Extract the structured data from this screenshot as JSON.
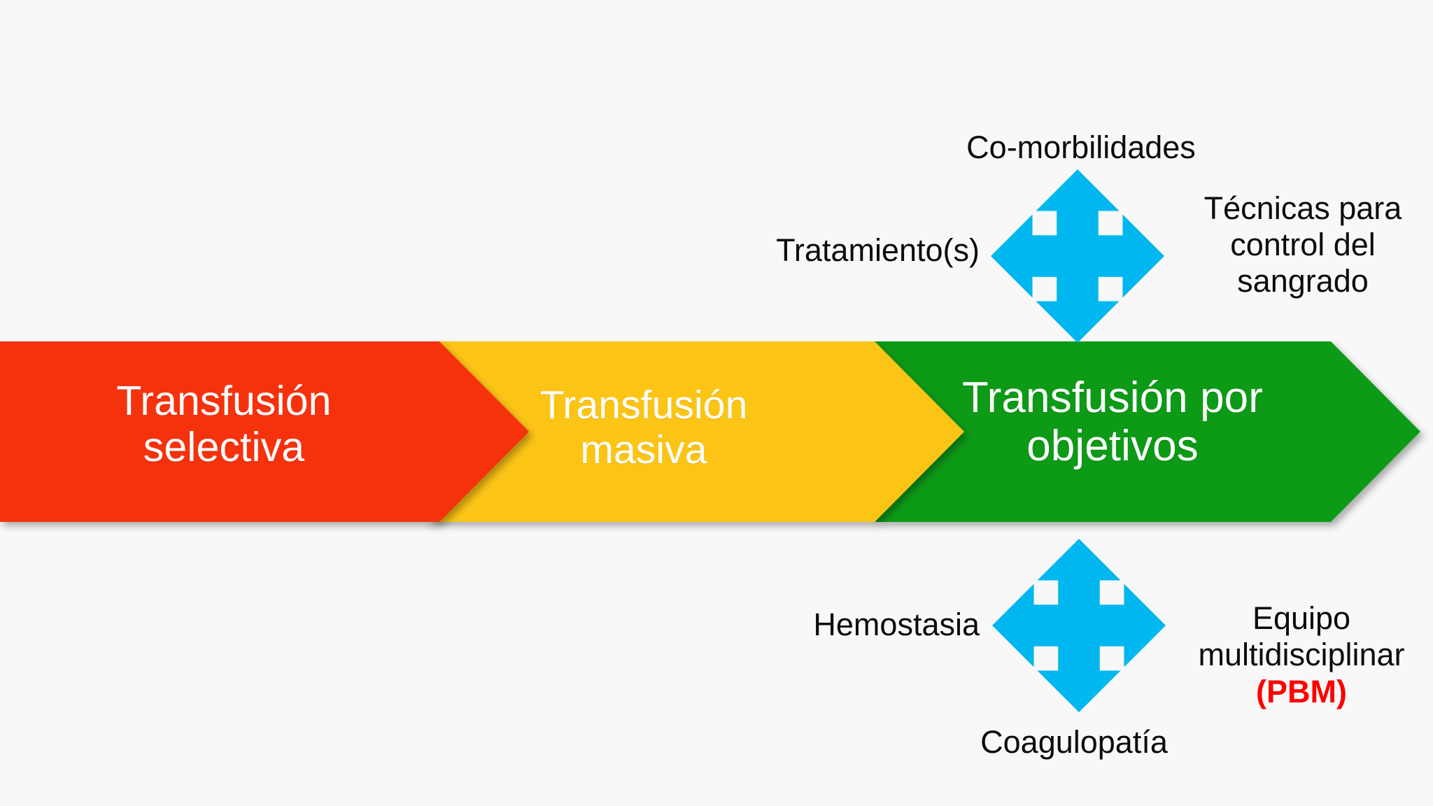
{
  "background_color": "#f8f8f8",
  "process_banner": {
    "name": "transfusion-strategy-progression",
    "stages": [
      {
        "id": "selectiva",
        "label": "Transfusión\nselectiva",
        "color": "#f6300a",
        "text_color": "#ffffff"
      },
      {
        "id": "masiva",
        "label": "Transfusión\nmasiva",
        "color": "#fcc513",
        "text_color": "#ffffff"
      },
      {
        "id": "objetivos",
        "label": "Transfusión por\nobjetivos",
        "color": "#089a18",
        "text_color": "#ffffff"
      }
    ]
  },
  "arrows": {
    "color": "#00b7ef",
    "top": {
      "name": "four-way-arrow-top",
      "up_label": "Co-morbilidades",
      "left_label": "Tratamiento(s)",
      "right_label": "Técnicas para\ncontrol del\nsangrado"
    },
    "bottom": {
      "name": "four-way-arrow-bottom",
      "left_label": "Hemostasia",
      "down_label": "Coagulopatía",
      "right_label": "Equipo\nmultidisciplinar",
      "right_label_emphasis": "(PBM)",
      "emphasis_color": "#fe0000"
    }
  },
  "labels": {
    "comorbilidades": "Co-morbilidades",
    "tratamientos": "Tratamiento(s)",
    "tecnicas": "Técnicas para\ncontrol del\nsangrado",
    "hemostasia": "Hemostasia",
    "coagulopatia": "Coagulopatía",
    "equipo": "Equipo\nmultidisciplinar",
    "pbm": "(PBM)"
  }
}
